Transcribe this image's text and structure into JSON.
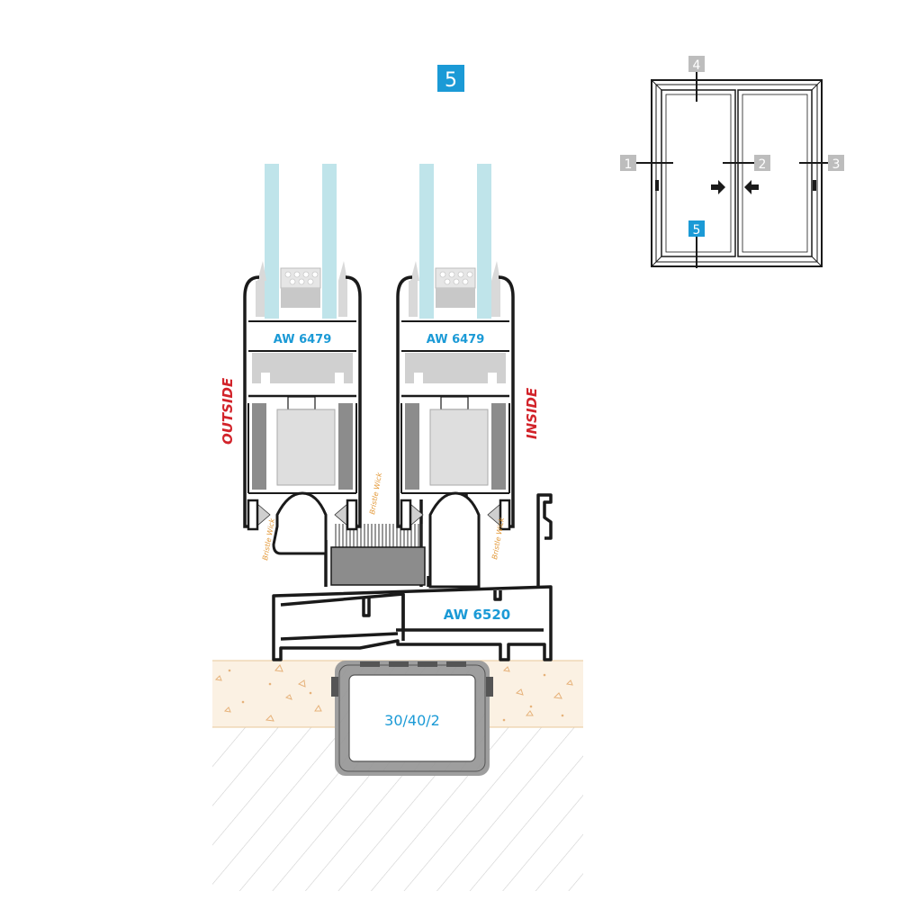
{
  "section_badge": "5",
  "colors": {
    "accent_blue": "#1b9ad6",
    "frame_black": "#1a1a1a",
    "glass": "#bfe4ea",
    "outside_red": "#d2232a",
    "wick_orange": "#e39a3b",
    "grey_badge": "#bdbdbd",
    "screed": "#fbf1e3"
  },
  "labels": {
    "sash_left": "AW 6479",
    "sash_right": "AW 6479",
    "track": "AW 6520",
    "tube": "30/40/2",
    "outside": "OUTSIDE",
    "inside": "INSIDE",
    "bristle_wick": "Bristle Wick"
  },
  "key_plan": {
    "badges": [
      "1",
      "2",
      "3",
      "4",
      "5"
    ],
    "active": "5"
  },
  "icons": [
    "arrow-right-icon",
    "arrow-left-icon"
  ]
}
